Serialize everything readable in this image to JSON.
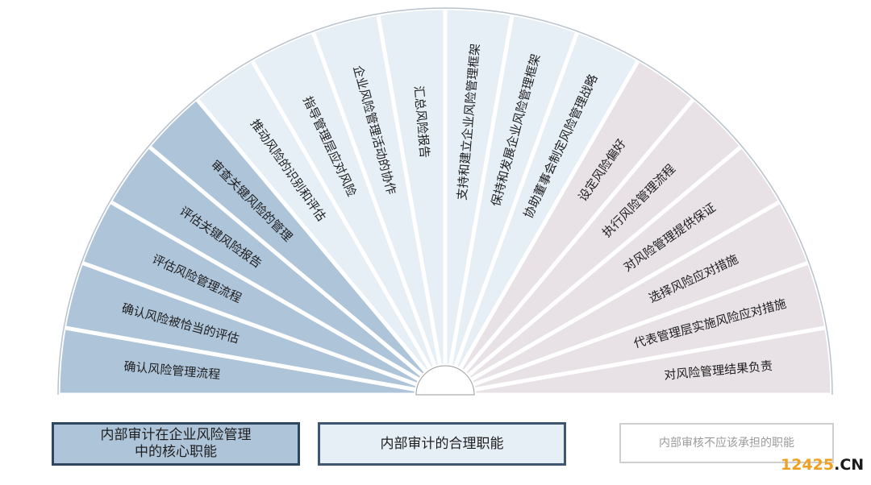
{
  "colors": {
    "core": "#aec4d9",
    "reasonable": "#e6eef6",
    "not_allowed": "#e8e2e6",
    "divider": "#ffffff",
    "outline": "#b8c2cc",
    "text": "#1e1e1e"
  },
  "segments": [
    {
      "label": "确认风险管理流程",
      "group": "core"
    },
    {
      "label": "确认风险被恰当的评估",
      "group": "core"
    },
    {
      "label": "评估风险管理流程",
      "group": "core"
    },
    {
      "label": "评估关键风险报告",
      "group": "core"
    },
    {
      "label": "审查关键风险的管理",
      "group": "core"
    },
    {
      "label": "推动风险的识别和评估",
      "group": "reasonable"
    },
    {
      "label": "指导管理层应对风险",
      "group": "reasonable"
    },
    {
      "label": "企业风险管理活动的协作",
      "group": "reasonable"
    },
    {
      "label": "汇总风险报告",
      "group": "reasonable"
    },
    {
      "label": "支持和建立企业风险管理框架",
      "group": "reasonable"
    },
    {
      "label": "保持和发展企业风险管理框架",
      "group": "reasonable"
    },
    {
      "label": "协助董事会制定风险管理战略",
      "group": "reasonable"
    },
    {
      "label": "设定风险偏好",
      "group": "not_allowed"
    },
    {
      "label": "执行风险管理流程",
      "group": "not_allowed"
    },
    {
      "label": "对风险管理提供保证",
      "group": "not_allowed"
    },
    {
      "label": "选择风险应对措施",
      "group": "not_allowed"
    },
    {
      "label": "代表管理层实施风险应对措施",
      "group": "not_allowed"
    },
    {
      "label": "对风险管理结果负责",
      "group": "not_allowed"
    }
  ],
  "legend": {
    "core": "内部审计在企业风险管理\n中的核心职能",
    "reasonable": "内部审计的合理职能",
    "not_allowed": "内部审核不应该承担的职能"
  },
  "watermark": {
    "digits": "12425",
    "suffix": ".CN"
  }
}
